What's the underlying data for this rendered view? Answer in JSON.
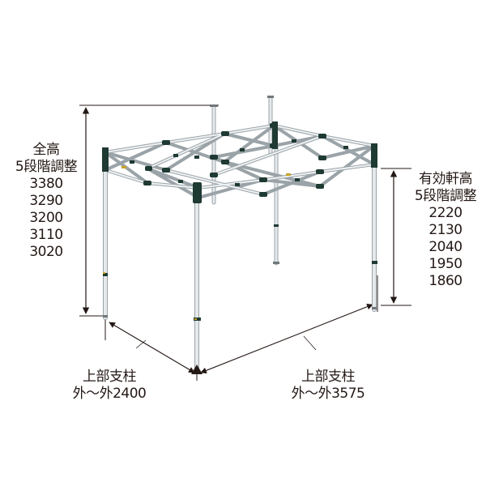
{
  "diagram": {
    "subject": "pop-up tent frame (canopy frame without cover)",
    "colors": {
      "frame": "#d9dde0",
      "frame_shadow": "#9aa3a8",
      "joint": "#1e3a32",
      "dimension_line": "#231815",
      "text": "#231815",
      "latch": "#c9a227"
    }
  },
  "total_height": {
    "title": "全高",
    "subtitle": "5段階調整",
    "values": [
      "3380",
      "3290",
      "3200",
      "3110",
      "3020"
    ]
  },
  "eave_height": {
    "title": "有効軒高",
    "subtitle": "5段階調整",
    "values": [
      "2220",
      "2130",
      "2040",
      "1950",
      "1860"
    ]
  },
  "width": {
    "title": "上部支柱",
    "value": "外～外2400"
  },
  "depth": {
    "title": "上部支柱",
    "value": "外～外3575"
  }
}
